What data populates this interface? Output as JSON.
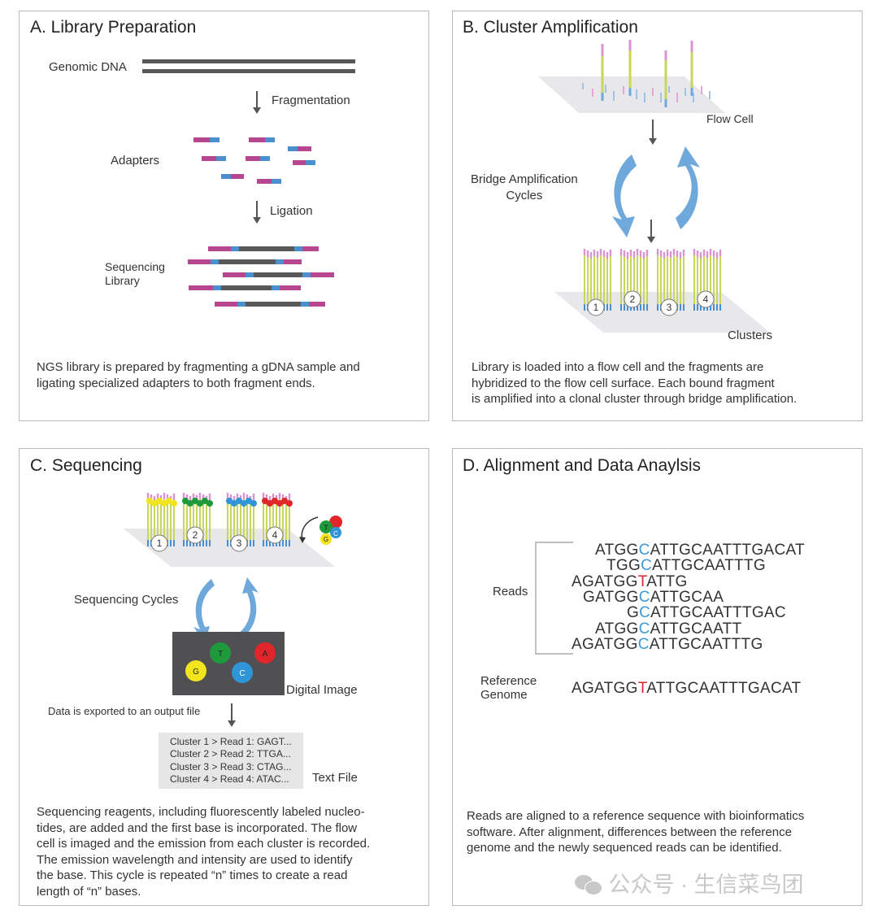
{
  "panels": {
    "a": {
      "title": "A. Library Preparation",
      "genomic_dna": "Genomic DNA",
      "fragmentation": "Fragmentation",
      "adapters": "Adapters",
      "ligation": "Ligation",
      "seq_library_1": "Sequencing",
      "seq_library_2": "Library",
      "desc": [
        "NGS library is prepared by fragmenting a gDNA sample and",
        "ligating specialized adapters to both fragment ends."
      ]
    },
    "b": {
      "title": "B. Cluster Amplification",
      "flow_cell": "Flow Cell",
      "bridge_1": "Bridge Amplification",
      "bridge_2": "Cycles",
      "clusters": "Clusters",
      "cluster_numbers": [
        "1",
        "2",
        "3",
        "4"
      ],
      "desc": [
        "Library is loaded into a flow cell and the fragments are",
        "hybridized to the flow cell surface. Each bound fragment",
        "is amplified into a clonal cluster through bridge amplification."
      ]
    },
    "c": {
      "title": "C. Sequencing",
      "sequencing_cycles": "Sequencing Cycles",
      "digital_image": "Digital Image",
      "exported": "Data is exported to an output file",
      "text_file": "Text File",
      "cluster_numbers": [
        "1",
        "2",
        "3",
        "4"
      ],
      "nucleotides": {
        "t": "T",
        "a": "A",
        "c": "C",
        "g": "G"
      },
      "file_lines": [
        "Cluster 1 > Read 1: GAGT...",
        "Cluster 2 > Read 2: TTGA...",
        "Cluster 3 > Read 3: CTAG...",
        "Cluster 4 > Read 4: ATAC..."
      ],
      "desc": [
        "Sequencing reagents, including fluorescently labeled nucleo-",
        "tides, are added and the first base is incorporated. The flow",
        "cell is imaged and the emission from each cluster is recorded.",
        "The emission wavelength and intensity are used to identify",
        "the base. This cycle is repeated “n” times to create a read",
        "length of “n” bases."
      ]
    },
    "d": {
      "title": "D. Alignment and Data Anaylsis",
      "reads_label": "Reads",
      "reference_1": "Reference",
      "reference_2": "Genome",
      "reads": [
        {
          "pre": "ATGG",
          "hl": "C",
          "post": "ATTGCAATTTGACAT",
          "color": "blue"
        },
        {
          "pre": "TGG",
          "hl": "C",
          "post": "ATTGCAATTTG",
          "color": "blue"
        },
        {
          "pre": "AGATGG",
          "hl": "T",
          "post": "ATTG",
          "color": "red"
        },
        {
          "pre": "GATGG",
          "hl": "C",
          "post": "ATTGCAA",
          "color": "blue"
        },
        {
          "pre": "G",
          "hl": "C",
          "post": "ATTGCAATTTGAC",
          "color": "blue"
        },
        {
          "pre": "ATGG",
          "hl": "C",
          "post": "ATTGCAATT",
          "color": "blue"
        },
        {
          "pre": "AGATGG",
          "hl": "C",
          "post": "ATTGCAATTTG",
          "color": "blue"
        }
      ],
      "reference": {
        "pre": "AGATGG",
        "hl": "T",
        "post": "ATTGCAATTTGACAT",
        "color": "red"
      },
      "desc": [
        "Reads are aligned to a reference sequence with bioinformatics",
        "software. After alignment, differences between the reference",
        "genome and the newly sequenced reads can be identified."
      ]
    }
  },
  "watermark": "公众号 · 生信菜鸟团",
  "colors": {
    "dna": "#58585a",
    "adapter_magenta": "#b5468f",
    "adapter_blue": "#4a8fd0",
    "arrow_blue": "#6fa9dc",
    "strand_yellow": "#c8d65a",
    "tip_pink": "#d993d0",
    "nuc_t_green": "#1e9a3c",
    "nuc_a_red": "#e0262b",
    "nuc_c_blue": "#2f95d6",
    "nuc_g_yellow": "#f2e51d"
  }
}
